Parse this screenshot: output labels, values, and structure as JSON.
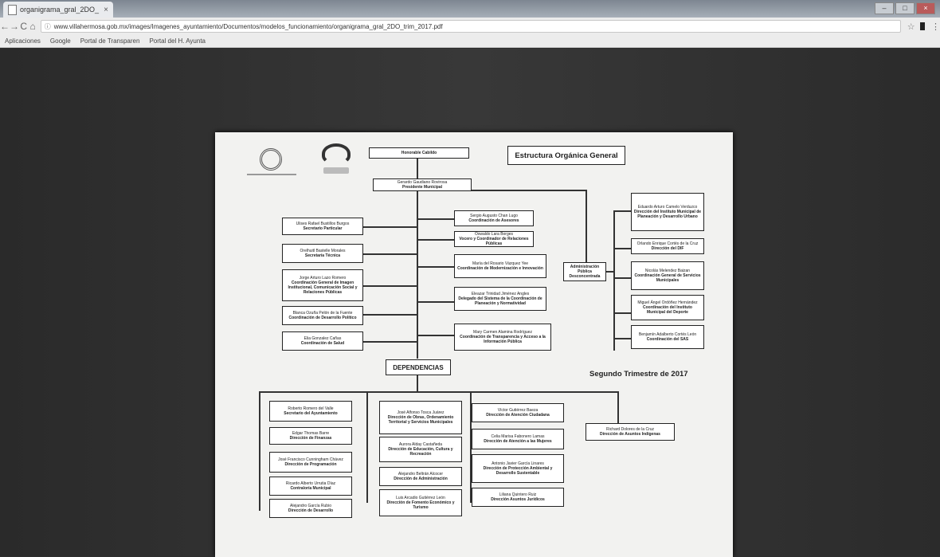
{
  "browser": {
    "tab_title": "organigrama_gral_2DO_",
    "tab_close": "×",
    "url": "www.villahermosa.gob.mx/images/Imagenes_ayuntamiento/Documentos/modelos_funcionamiento/organigrama_gral_2DO_trim_2017.pdf",
    "back": "←",
    "forward": "→",
    "reload": "C",
    "home": "⌂",
    "star": "☆",
    "menu": "⋮",
    "bookmarks": [
      "Aplicaciones",
      "Google",
      "Portal de Transparen",
      "Portal del H. Ayunta"
    ]
  },
  "document": {
    "title": "Estructura Orgánica General",
    "quarter": "Segundo Trimestre de 2017",
    "top": [
      {
        "n": "Honorable Cabildo",
        "t": ""
      },
      {
        "n": "Gerardo Gaudiano Rovirosa",
        "t": "Presidente Municipal"
      }
    ],
    "left_staff": [
      {
        "n": "Ulises Rafael Bustillos Burgos",
        "t": "Secretario Particular"
      },
      {
        "n": "Orelhuitl Bastelle Morales",
        "t": "Secretaría Técnica"
      },
      {
        "n": "Jorge Arturo Lazo Romero",
        "t": "Coordinación General de Imagen Institucional, Comunicación Social y Relaciones Públicas"
      },
      {
        "n": "Blanca Ozuña Pelón de la Fuente",
        "t": "Coordinación de Desarrollo Político"
      },
      {
        "n": "Elia Gonzalez Cañas",
        "t": "Coordinación de Salud"
      }
    ],
    "right_staff": [
      {
        "n": "Sergio Augusto Chan Lugo",
        "t": "Coordinación de Asesores"
      },
      {
        "n": "Oswaldo Lara Borges",
        "t": "Vocero y Coordinador de Relaciones Públicas"
      },
      {
        "n": "María del Rosario Vázquez Yee",
        "t": "Coordinación de Modernización e Innovación"
      },
      {
        "n": "Eleazar Trinidad Jiménez Angles",
        "t": "Delegado del Sistema de la Coordinación de Planeación y Normatividad"
      },
      {
        "n": "Mary Carmen Alamina Rodríguez",
        "t": "Coordinación de Transparencia y Acceso a la Información Pública"
      }
    ],
    "decentralized": {
      "n": "Administración Pública",
      "t": "Desconcentrada"
    },
    "decentralized_items": [
      {
        "n": "Eduardo Arturo Camelo Verduzco",
        "t": "Dirección del Instituto Municipal de Planeación y Desarrollo Urbano"
      },
      {
        "n": "Orlando Enrique Cortés de la Cruz",
        "t": "Dirección del DIF"
      },
      {
        "n": "Nicolás Melendez Baizan",
        "t": "Coordinación General de Servicios Municipales"
      },
      {
        "n": "Miguel Ángel Ordóñez Hernández",
        "t": "Coordinación del Instituto Municipal del Deporte"
      },
      {
        "n": "Benjamín Adalberto Cortés León",
        "t": "Coordinación del SAS"
      }
    ],
    "dependencias": "DEPENDENCIAS",
    "dep_col1": [
      {
        "n": "Roberto Romero del Valle",
        "t": "Secretario del Ayuntamiento"
      },
      {
        "n": "Edgar Thomas Barre",
        "t": "Dirección de Finanzas"
      },
      {
        "n": "José Francisco Cunningham Chávez",
        "t": "Dirección de Programación"
      },
      {
        "n": "Ricardo Alberto Urrutia Díaz",
        "t": "Contraloría Municipal"
      },
      {
        "n": "Alejandro García Rubio",
        "t": "Dirección de Desarrollo"
      }
    ],
    "dep_col2": [
      {
        "n": "José Alfonso Tosca Juárez",
        "t": "Dirección de Obras, Ordenamiento Territorial y Servicios Municipales"
      },
      {
        "n": "Aurora Alday Castañeda",
        "t": "Dirección de Educación, Cultura y Recreación"
      },
      {
        "n": "Alejandro Beltrán Alcocer",
        "t": "Dirección de Administración"
      },
      {
        "n": "Luis Arcadio Gutiérrez León",
        "t": "Dirección de Fomento Económico y Turismo"
      }
    ],
    "dep_col3": [
      {
        "n": "Víctor Gutiérrez Baeza",
        "t": "Dirección de Atención Ciudadana"
      },
      {
        "n": "Celia Marisa Fabonero Lamas",
        "t": "Dirección de Atención a las Mujeres"
      },
      {
        "n": "Antonio Javier García Linares",
        "t": "Dirección de Protección Ambiental y Desarrollo Sustentable"
      },
      {
        "n": "Liliana Quintero Ruiz",
        "t": "Dirección Asuntos Jurídicos"
      }
    ],
    "dep_extra": {
      "n": "Richard Dolores de la Cruz",
      "t": "Dirección de Asuntos Indígenas"
    }
  }
}
